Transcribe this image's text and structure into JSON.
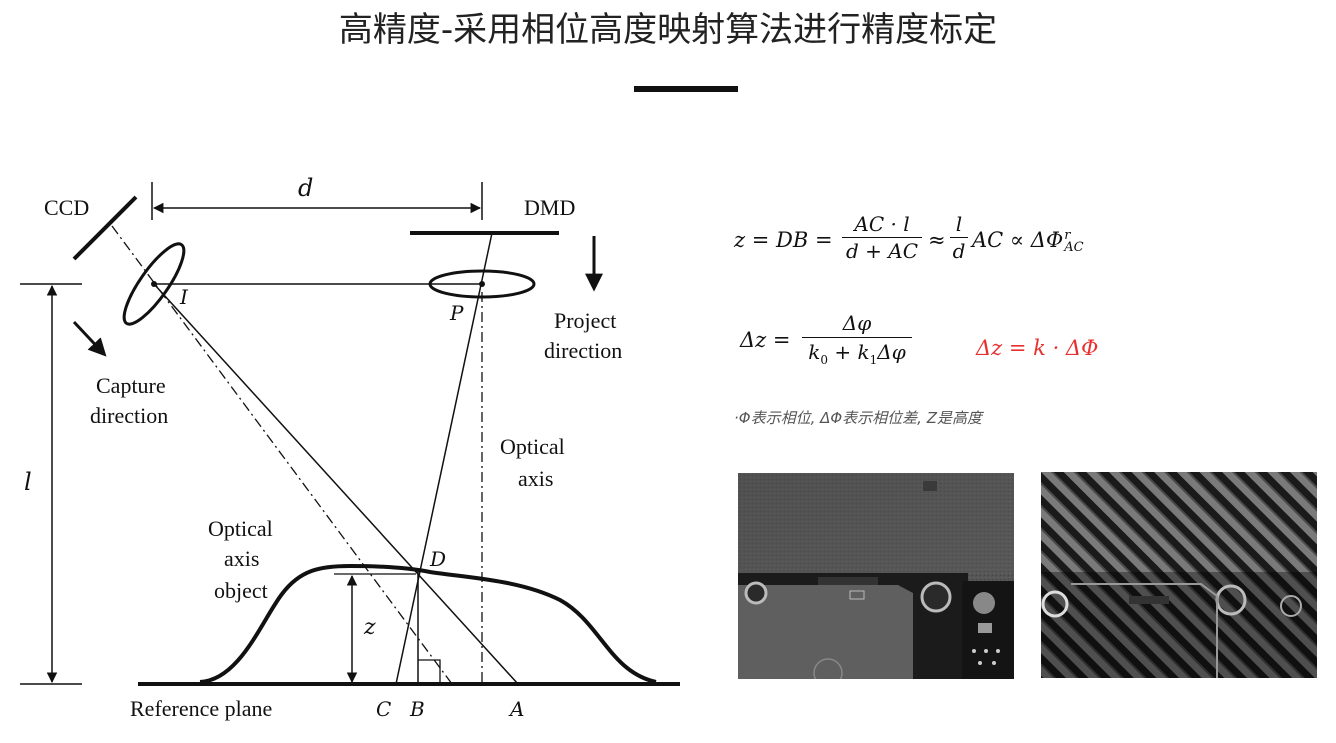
{
  "title": "高精度-采用相位高度映射算法进行精度标定",
  "diagram": {
    "ccd_label": "CCD",
    "dmd_label": "DMD",
    "d_label": "d",
    "l_label": "l",
    "i_label": "I",
    "p_label": "P",
    "d_point_label": "D",
    "z_label": "z",
    "c_label": "C",
    "b_label": "B",
    "a_label": "A",
    "project_direction": [
      "Project",
      "direction"
    ],
    "capture_direction": [
      "Capture",
      "direction"
    ],
    "optical_axis": [
      "Optical",
      "axis"
    ],
    "optical_axis_object": [
      "Optical",
      "axis",
      "object"
    ],
    "reference_plane": "Reference plane"
  },
  "formulas": {
    "f1": {
      "lhs": "z = DB =",
      "frac1_num": "AC · l",
      "frac1_den": "d + AC",
      "approx": "≈",
      "frac2_num": "l",
      "frac2_den": "d",
      "tail": "AC ∝ ΔΦ",
      "tail_sup": "r",
      "tail_sub": "AC"
    },
    "f2": {
      "lhs": "Δz =",
      "num": "Δφ",
      "den_a": "k",
      "den_a_sub": "0",
      "den_b": " + k",
      "den_b_sub": "1",
      "den_c": "Δφ"
    },
    "f3": "Δz = k · ΔΦ"
  },
  "caption": "·Φ表示相位, ΔΦ表示相位差,  Z是高度",
  "colors": {
    "accent_red": "#e8312f",
    "ink": "#111111"
  }
}
